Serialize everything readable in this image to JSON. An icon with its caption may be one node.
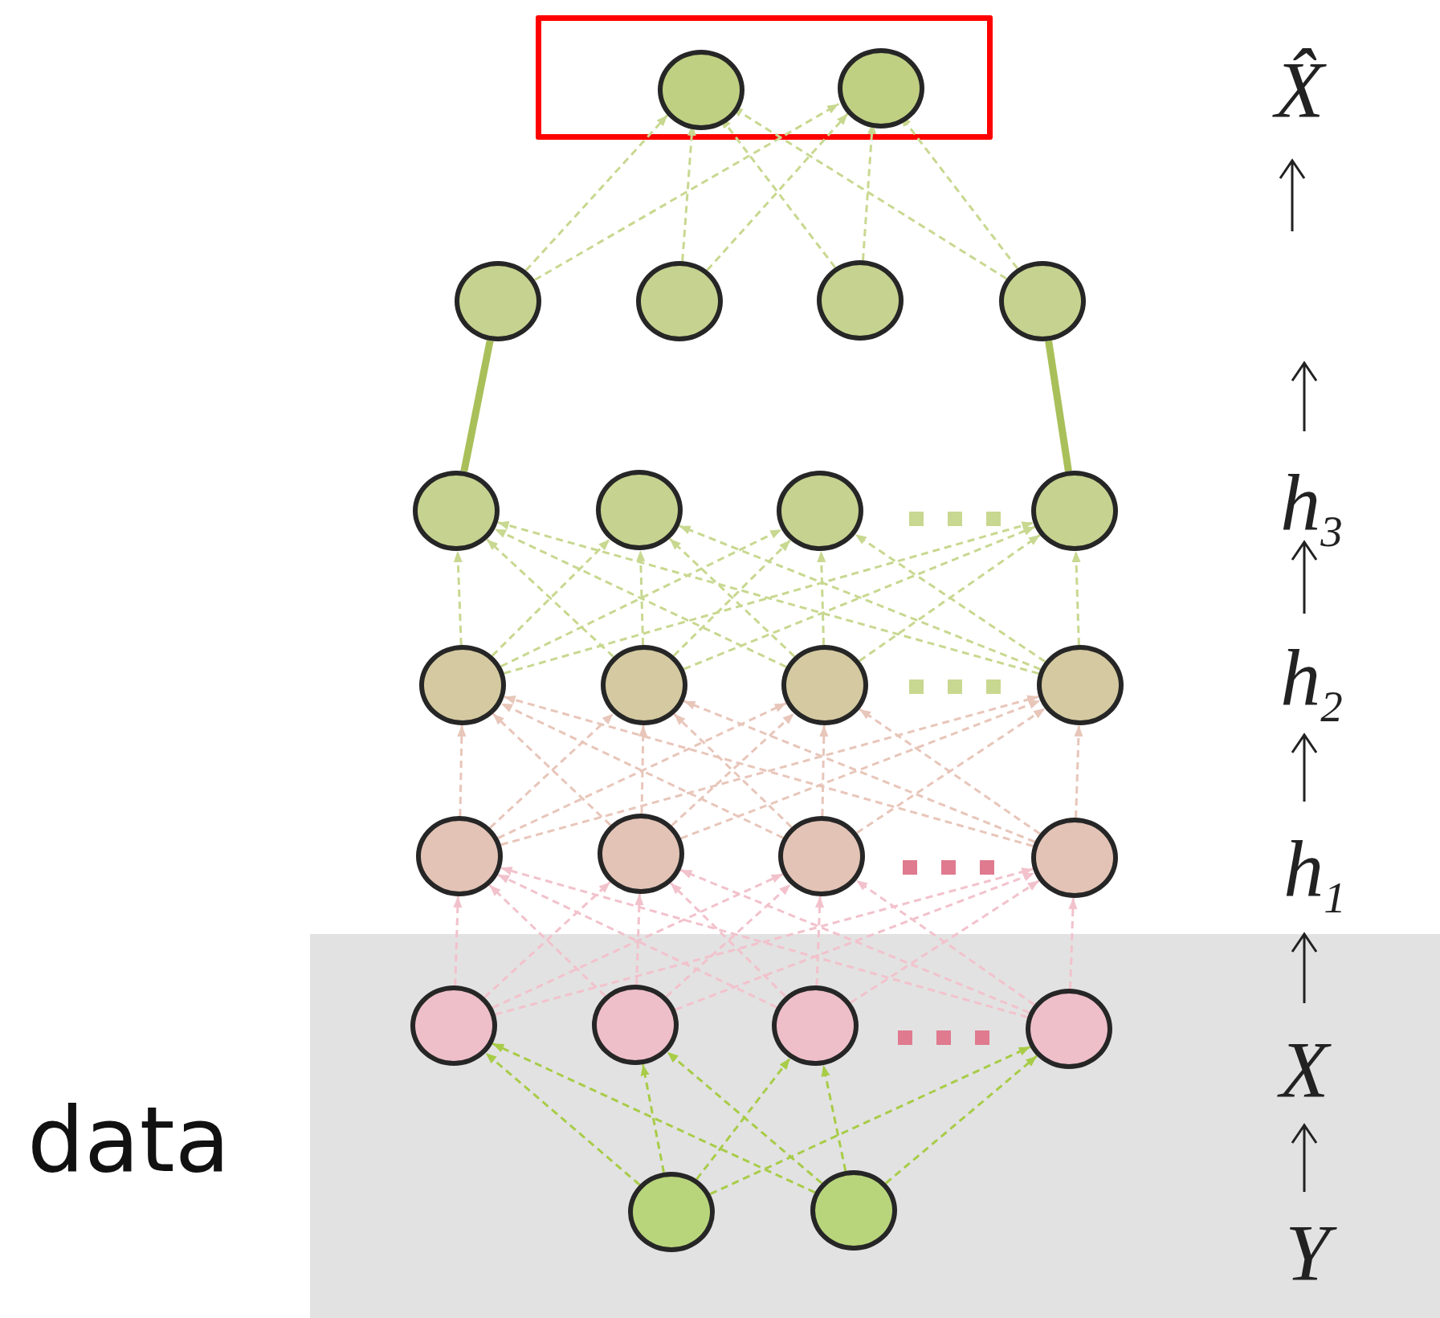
{
  "diagram": {
    "nodes": [
      {
        "text": [],
        "shape": "box"
      },
      {
        "text": [],
        "shape": "circle",
        "in": 0
      },
      {
        "text": [],
        "shape": "circle",
        "in": 0
      },
      {
        "text": [],
        "shape": "circle"
      },
      {
        "text": [],
        "shape": "circle"
      },
      {
        "text": [],
        "shape": "circle"
      },
      {
        "text": [],
        "shape": "circle"
      },
      {
        "text": [],
        "shape": "circle"
      },
      {
        "text": [],
        "shape": "circle"
      },
      {
        "text": [],
        "shape": "circle"
      },
      {
        "text": [],
        "shape": "circle"
      },
      {
        "text": [],
        "shape": "circle"
      },
      {
        "text": [],
        "shape": "circle"
      },
      {
        "text": [],
        "shape": "circle"
      },
      {
        "text": [],
        "shape": "circle"
      },
      {
        "text": [],
        "shape": "circle"
      },
      {
        "text": [],
        "shape": "circle"
      },
      {
        "text": [],
        "shape": "circle"
      },
      {
        "text": [],
        "shape": "circle"
      },
      {
        "text": [
          "data"
        ]
      },
      {
        "text": [],
        "shape": "circle",
        "in": 19
      },
      {
        "text": [],
        "shape": "circle",
        "in": 19
      },
      {
        "text": [],
        "shape": "circle",
        "in": 19
      },
      {
        "text": [],
        "shape": "circle",
        "in": 19
      },
      {
        "text": [],
        "shape": "circle",
        "in": 19
      },
      {
        "text": [],
        "shape": "circle",
        "in": 19
      }
    ],
    "edges": [
      {
        "from": 3,
        "to": 1,
        "arrow": "to",
        "style": "dashed"
      },
      {
        "from": 3,
        "to": 2,
        "arrow": "to",
        "style": "dashed"
      },
      {
        "from": 4,
        "to": 1,
        "arrow": "to",
        "style": "dashed"
      },
      {
        "from": 4,
        "to": 2,
        "arrow": "to",
        "style": "dashed"
      },
      {
        "from": 5,
        "to": 1,
        "arrow": "to",
        "style": "dashed"
      },
      {
        "from": 5,
        "to": 2,
        "arrow": "to",
        "style": "dashed"
      },
      {
        "from": 6,
        "to": 1,
        "arrow": "to",
        "style": "dashed"
      },
      {
        "from": 6,
        "to": 2,
        "arrow": "to",
        "style": "dashed"
      },
      {
        "from": 7,
        "to": 3,
        "arrow": "none",
        "style": "thick",
        "color": "#a9c05a"
      },
      {
        "from": 10,
        "to": 6,
        "arrow": "none",
        "style": "thick",
        "color": "#a9c05a"
      },
      {
        "from": 11,
        "to": 7,
        "arrow": "to",
        "style": "dashed"
      },
      {
        "from": 11,
        "to": 8,
        "arrow": "to",
        "style": "dashed"
      },
      {
        "from": 11,
        "to": 9,
        "arrow": "to",
        "style": "dashed"
      },
      {
        "from": 11,
        "to": 10,
        "arrow": "to",
        "style": "dashed"
      },
      {
        "from": 12,
        "to": 7,
        "arrow": "to",
        "style": "dashed"
      },
      {
        "from": 12,
        "to": 8,
        "arrow": "to",
        "style": "dashed"
      },
      {
        "from": 12,
        "to": 9,
        "arrow": "to",
        "style": "dashed"
      },
      {
        "from": 12,
        "to": 10,
        "arrow": "to",
        "style": "dashed"
      },
      {
        "from": 13,
        "to": 7,
        "arrow": "to",
        "style": "dashed"
      },
      {
        "from": 13,
        "to": 8,
        "arrow": "to",
        "style": "dashed"
      },
      {
        "from": 13,
        "to": 9,
        "arrow": "to",
        "style": "dashed"
      },
      {
        "from": 13,
        "to": 10,
        "arrow": "to",
        "style": "dashed"
      },
      {
        "from": 14,
        "to": 7,
        "arrow": "to",
        "style": "dashed"
      },
      {
        "from": 14,
        "to": 8,
        "arrow": "to",
        "style": "dashed"
      },
      {
        "from": 14,
        "to": 9,
        "arrow": "to",
        "style": "dashed"
      },
      {
        "from": 14,
        "to": 10,
        "arrow": "to",
        "style": "dashed"
      },
      {
        "from": 15,
        "to": 11,
        "arrow": "to",
        "style": "dashed",
        "color": "#e8c6ba"
      },
      {
        "from": 15,
        "to": 12,
        "arrow": "to",
        "style": "dashed",
        "color": "#e8c6ba"
      },
      {
        "from": 15,
        "to": 13,
        "arrow": "to",
        "style": "dashed",
        "color": "#e8c6ba"
      },
      {
        "from": 15,
        "to": 14,
        "arrow": "to",
        "style": "dashed",
        "color": "#e8c6ba"
      },
      {
        "from": 16,
        "to": 11,
        "arrow": "to",
        "style": "dashed",
        "color": "#e8c6ba"
      },
      {
        "from": 16,
        "to": 12,
        "arrow": "to",
        "style": "dashed",
        "color": "#e8c6ba"
      },
      {
        "from": 16,
        "to": 13,
        "arrow": "to",
        "style": "dashed",
        "color": "#e8c6ba"
      },
      {
        "from": 16,
        "to": 14,
        "arrow": "to",
        "style": "dashed",
        "color": "#e8c6ba"
      },
      {
        "from": 17,
        "to": 11,
        "arrow": "to",
        "style": "dashed",
        "color": "#e8c6ba"
      },
      {
        "from": 17,
        "to": 12,
        "arrow": "to",
        "style": "dashed",
        "color": "#e8c6ba"
      },
      {
        "from": 17,
        "to": 13,
        "arrow": "to",
        "style": "dashed",
        "color": "#e8c6ba"
      },
      {
        "from": 17,
        "to": 14,
        "arrow": "to",
        "style": "dashed",
        "color": "#e8c6ba"
      },
      {
        "from": 18,
        "to": 11,
        "arrow": "to",
        "style": "dashed",
        "color": "#e8c6ba"
      },
      {
        "from": 18,
        "to": 12,
        "arrow": "to",
        "style": "dashed",
        "color": "#e8c6ba"
      },
      {
        "from": 18,
        "to": 13,
        "arrow": "to",
        "style": "dashed",
        "color": "#e8c6ba"
      },
      {
        "from": 18,
        "to": 14,
        "arrow": "to",
        "style": "dashed",
        "color": "#e8c6ba"
      },
      {
        "from": 20,
        "to": 15,
        "arrow": "to",
        "style": "dashed",
        "color": "#f2c2cc"
      },
      {
        "from": 20,
        "to": 16,
        "arrow": "to",
        "style": "dashed",
        "color": "#f2c2cc"
      },
      {
        "from": 20,
        "to": 17,
        "arrow": "to",
        "style": "dashed",
        "color": "#f2c2cc"
      },
      {
        "from": 20,
        "to": 18,
        "arrow": "to",
        "style": "dashed",
        "color": "#f2c2cc"
      },
      {
        "from": 21,
        "to": 15,
        "arrow": "to",
        "style": "dashed",
        "color": "#f2c2cc"
      },
      {
        "from": 21,
        "to": 16,
        "arrow": "to",
        "style": "dashed",
        "color": "#f2c2cc"
      },
      {
        "from": 21,
        "to": 17,
        "arrow": "to",
        "style": "dashed",
        "color": "#f2c2cc"
      },
      {
        "from": 21,
        "to": 18,
        "arrow": "to",
        "style": "dashed",
        "color": "#f2c2cc"
      },
      {
        "from": 22,
        "to": 15,
        "arrow": "to",
        "style": "dashed",
        "color": "#f2c2cc"
      },
      {
        "from": 22,
        "to": 16,
        "arrow": "to",
        "style": "dashed",
        "color": "#f2c2cc"
      },
      {
        "from": 22,
        "to": 17,
        "arrow": "to",
        "style": "dashed",
        "color": "#f2c2cc"
      },
      {
        "from": 22,
        "to": 18,
        "arrow": "to",
        "style": "dashed",
        "color": "#f2c2cc"
      },
      {
        "from": 23,
        "to": 15,
        "arrow": "to",
        "style": "dashed",
        "color": "#f2c2cc"
      },
      {
        "from": 23,
        "to": 16,
        "arrow": "to",
        "style": "dashed",
        "color": "#f2c2cc"
      },
      {
        "from": 23,
        "to": 17,
        "arrow": "to",
        "style": "dashed",
        "color": "#f2c2cc"
      },
      {
        "from": 23,
        "to": 18,
        "arrow": "to",
        "style": "dashed",
        "color": "#f2c2cc"
      },
      {
        "from": 24,
        "to": 20,
        "arrow": "to",
        "style": "dashed",
        "color": "#a8cc48"
      },
      {
        "from": 24,
        "to": 21,
        "arrow": "to",
        "style": "dashed",
        "color": "#a8cc48"
      },
      {
        "from": 24,
        "to": 22,
        "arrow": "to",
        "style": "dashed",
        "color": "#a8cc48"
      },
      {
        "from": 24,
        "to": 23,
        "arrow": "to",
        "style": "dashed",
        "color": "#a8cc48"
      },
      {
        "from": 25,
        "to": 20,
        "arrow": "to",
        "style": "dashed",
        "color": "#a8cc48"
      },
      {
        "from": 25,
        "to": 21,
        "arrow": "to",
        "style": "dashed",
        "color": "#a8cc48"
      },
      {
        "from": 25,
        "to": 22,
        "arrow": "to",
        "style": "dashed",
        "color": "#a8cc48"
      },
      {
        "from": 25,
        "to": 23,
        "arrow": "to",
        "style": "dashed",
        "color": "#a8cc48"
      }
    ],
    "labels": [
      "X̂",
      "h$_{3}$",
      "h$_{2}$",
      "h$_{1}$",
      "X",
      "Y"
    ]
  }
}
